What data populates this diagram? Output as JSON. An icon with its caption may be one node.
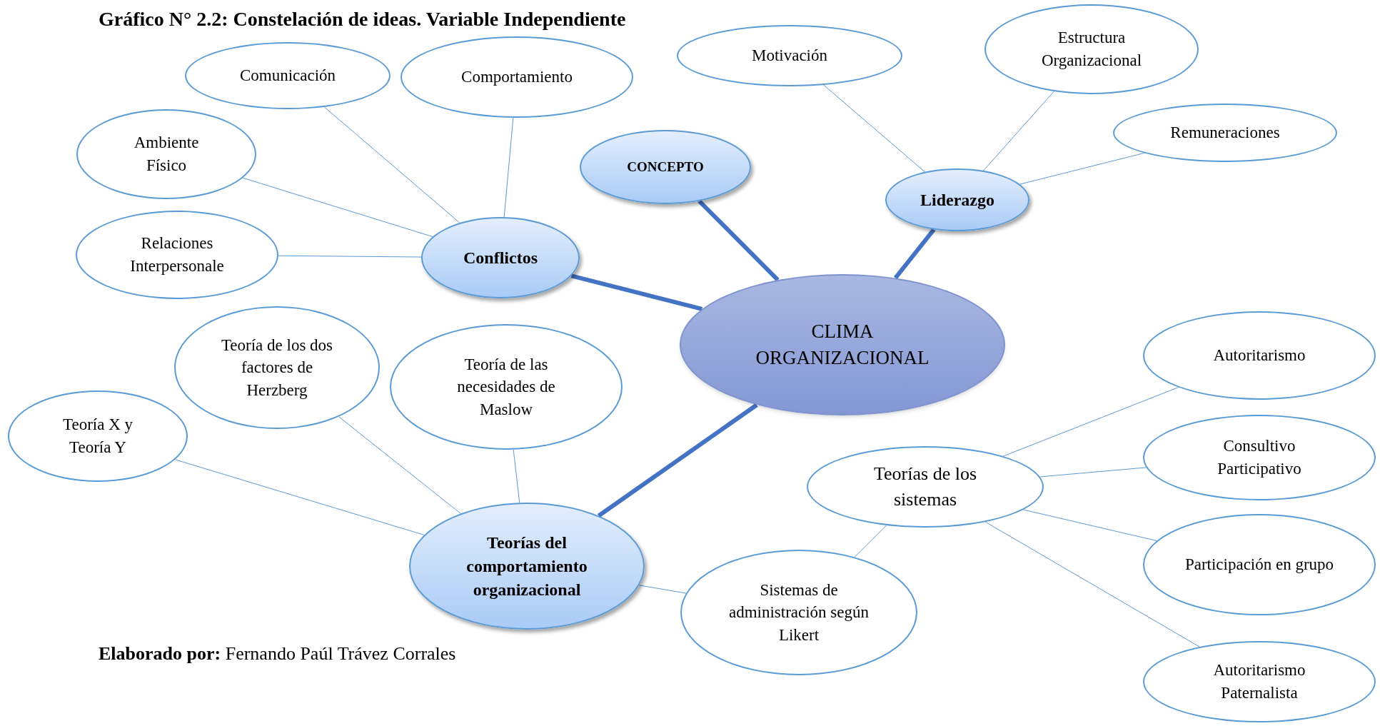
{
  "diagram": {
    "title": "Gráfico N° 2.2: Constelación de ideas. Variable Independiente",
    "nodes": [
      {
        "text": [
          "CLIMA ORGANIZACIONAL"
        ]
      },
      {
        "text": [
          "CONCEPTO"
        ]
      },
      {
        "text": [
          "Conflictos"
        ]
      },
      {
        "text": [
          "Liderazgo"
        ]
      },
      {
        "text": [
          "Teorías del comportamiento organizacional"
        ]
      },
      {
        "text": [
          "Teorías de los sistemas"
        ]
      },
      {
        "text": [
          "Comunicación"
        ]
      },
      {
        "text": [
          "Comportamiento"
        ]
      },
      {
        "text": [
          "Ambiente Físico"
        ]
      },
      {
        "text": [
          "Relaciones Interpersonale"
        ]
      },
      {
        "text": [
          "Motivación"
        ]
      },
      {
        "text": [
          "Estructura Organizacional"
        ]
      },
      {
        "text": [
          "Remuneraciones"
        ]
      },
      {
        "text": [
          "Teoría de los dos factores de Herzberg"
        ]
      },
      {
        "text": [
          "Teoría de las necesidades de Maslow"
        ]
      },
      {
        "text": [
          "Teoría X y Teoría Y"
        ]
      },
      {
        "text": [
          "Sistemas de administración según Likert"
        ]
      },
      {
        "text": [
          "Autoritarismo"
        ]
      },
      {
        "text": [
          "Consultivo Participativo"
        ]
      },
      {
        "text": [
          "Participación en grupo"
        ]
      },
      {
        "text": [
          "Autoritarismo Paternalista"
        ]
      }
    ],
    "edges": [
      {
        "from": 0,
        "to": 1,
        "arrow": "none",
        "style": "thick",
        "color": "#4472c4"
      },
      {
        "from": 0,
        "to": 2,
        "arrow": "none",
        "style": "thick",
        "color": "#4472c4"
      },
      {
        "from": 0,
        "to": 3,
        "arrow": "none",
        "style": "thick",
        "color": "#4472c4"
      },
      {
        "from": 0,
        "to": 4,
        "arrow": "none",
        "style": "thick",
        "color": "#4472c4"
      },
      {
        "from": 2,
        "to": 6,
        "arrow": "none"
      },
      {
        "from": 2,
        "to": 7,
        "arrow": "none"
      },
      {
        "from": 2,
        "to": 8,
        "arrow": "none"
      },
      {
        "from": 2,
        "to": 9,
        "arrow": "none"
      },
      {
        "from": 3,
        "to": 10,
        "arrow": "none"
      },
      {
        "from": 3,
        "to": 11,
        "arrow": "none"
      },
      {
        "from": 3,
        "to": 12,
        "arrow": "none"
      },
      {
        "from": 4,
        "to": 13,
        "arrow": "none"
      },
      {
        "from": 4,
        "to": 14,
        "arrow": "none"
      },
      {
        "from": 4,
        "to": 15,
        "arrow": "none"
      },
      {
        "from": 4,
        "to": 16,
        "arrow": "none"
      },
      {
        "from": 5,
        "to": 16,
        "arrow": "none"
      },
      {
        "from": 5,
        "to": 17,
        "arrow": "none"
      },
      {
        "from": 5,
        "to": 18,
        "arrow": "none"
      },
      {
        "from": 5,
        "to": 19,
        "arrow": "none"
      },
      {
        "from": 5,
        "to": 20,
        "arrow": "none"
      }
    ],
    "labels": [
      "**Elaborado por:** Fernando  Paúl Trávez Corrales"
    ]
  }
}
